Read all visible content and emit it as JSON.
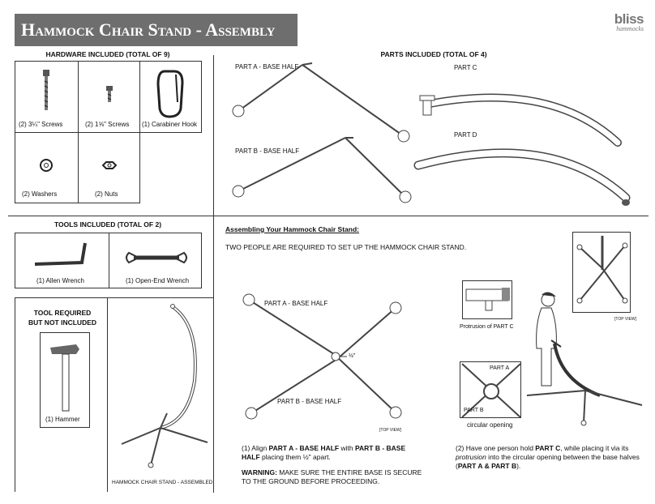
{
  "header": {
    "title": "Hammock Chair Stand - Assembly",
    "logo_brand": "bliss",
    "logo_sub": "hammocks"
  },
  "hardware": {
    "heading": "HARDWARE INCLUDED (TOTAL OF 9)",
    "items": [
      {
        "label": "(2) 3¼\" Screws"
      },
      {
        "label": "(2) 1⅝\" Screws"
      },
      {
        "label": "(1) Carabiner Hook"
      },
      {
        "label": "(2) Washers"
      },
      {
        "label": "(2) Nuts"
      }
    ]
  },
  "parts": {
    "heading": "PARTS INCLUDED (TOTAL OF 4)",
    "part_a": "PART A - BASE HALF",
    "part_b": "PART B - BASE HALF",
    "part_c": "PART C",
    "part_d": "PART D"
  },
  "tools": {
    "heading": "TOOLS INCLUDED (TOTAL OF 2)",
    "items": [
      {
        "label": "(1) Allen Wrench"
      },
      {
        "label": "(1) Open-End Wrench"
      }
    ]
  },
  "tool_required": {
    "heading_line1": "TOOL REQUIRED",
    "heading_line2": "BUT NOT INCLUDED",
    "item": "(1) Hammer"
  },
  "assembled_caption": "HAMMOCK CHAIR STAND - ASSEMBLED",
  "assembly": {
    "heading": "Assembling Your Hammock Chair Stand:",
    "intro": "TWO PEOPLE ARE REQUIRED TO SET UP THE HAMMOCK CHAIR STAND.",
    "diagram1": {
      "part_a": "PART A - BASE HALF",
      "part_b": "PART B - BASE HALF",
      "gap": "½\"",
      "view": "[TOP VIEW]"
    },
    "step1": {
      "t1": "(1) Align ",
      "b1": "PART A - BASE HALF",
      "t2": " with ",
      "b2": "PART B - BASE HALF",
      "t3": " placing them ½\" apart."
    },
    "warning": {
      "label": "WARNING:",
      "text": " MAKE SURE THE ENTIRE BASE IS SECURE TO THE GROUND BEFORE PROCEEDING."
    },
    "protrusion_caption": "Protrusion of PART C",
    "inset_part_a": "PART A",
    "inset_part_b": "PART B",
    "circular_opening": "circular opening",
    "view2": "[TOP VIEW]",
    "step2": {
      "t1": "(2) Have one person hold ",
      "b1": "PART C",
      "t2": ", while placing it via its ",
      "i1": "protrusion",
      "t3": " into the circular opening between the base halves (",
      "b2": "PART A & PART B",
      "t4": ")."
    }
  }
}
